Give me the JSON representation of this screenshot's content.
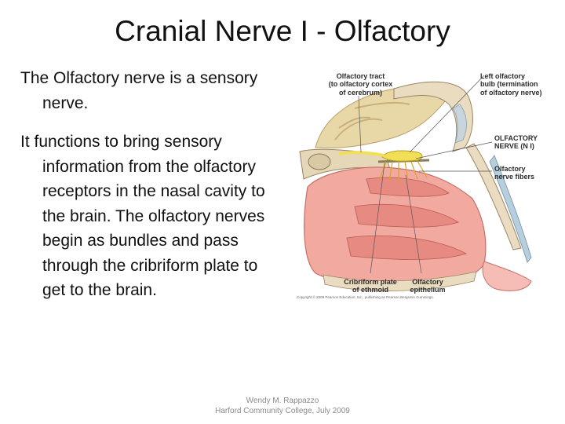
{
  "slide": {
    "title": "Cranial Nerve I - Olfactory",
    "paragraphs": [
      "The Olfactory nerve is a sensory nerve.",
      "It functions to bring sensory information from the olfactory receptors in the nasal cavity to the brain. The olfactory nerves begin as bundles and pass through the cribriform plate to get to the brain."
    ],
    "footer": {
      "line1": "Wendy M. Rappazzo",
      "line2": "Harford Community College, July 2009"
    }
  },
  "figure": {
    "labels": {
      "olfactory_tract": "Olfactory tract\n(to olfactory cortex\nof cerebrum)",
      "left_bulb": "Left olfactory\nbulb (termination\nof olfactory nerve)",
      "nerve": "OLFACTORY\nNERVE (N I)",
      "nerve_fibers": "Olfactory\nnerve fibers",
      "cribriform": "Cribriform plate\nof ethmoid",
      "epithelium": "Olfactory\nepithelium"
    },
    "copyright": "Copyright © 2009 Pearson Education, Inc., publishing as Pearson Benjamin Cummings."
  }
}
